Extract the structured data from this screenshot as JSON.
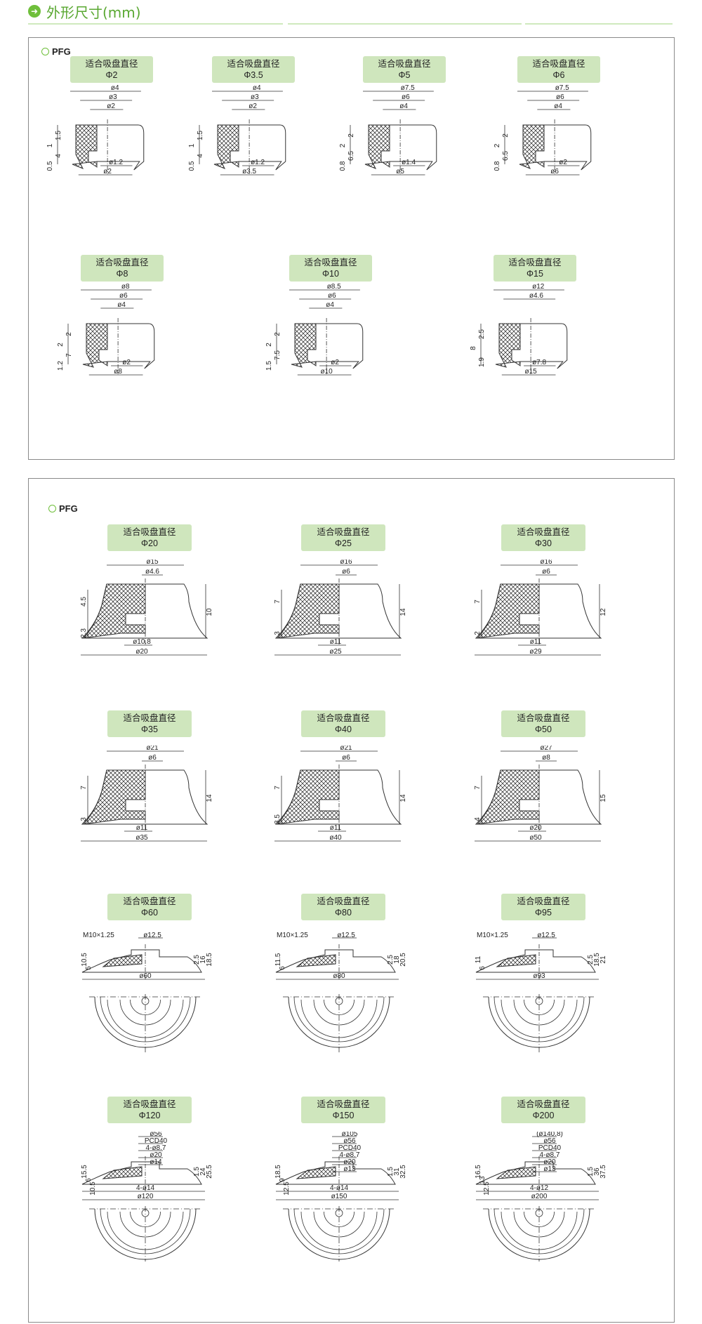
{
  "header": {
    "title": "外形尺寸(mm)",
    "icon": "arrow-right-circle-icon"
  },
  "panel1": {
    "title": "PFG",
    "items": [
      {
        "label": "适合吸盘直径",
        "size": "Φ2",
        "top": [
          "ø4",
          "ø3",
          "ø2"
        ],
        "bottom": [
          "ø1.2",
          "ø2"
        ],
        "side": [
          "1.5",
          "1",
          "4",
          "0.5"
        ]
      },
      {
        "label": "适合吸盘直径",
        "size": "Φ3.5",
        "top": [
          "ø4",
          "ø3",
          "ø2"
        ],
        "bottom": [
          "ø1.2",
          "ø3.5"
        ],
        "side": [
          "1.5",
          "1",
          "4",
          "0.5"
        ]
      },
      {
        "label": "适合吸盘直径",
        "size": "Φ5",
        "top": [
          "ø7.5",
          "ø6",
          "ø4"
        ],
        "bottom": [
          "ø1.4",
          "ø5"
        ],
        "side": [
          "2",
          "2",
          "6.5",
          "0.8"
        ]
      },
      {
        "label": "适合吸盘直径",
        "size": "Φ6",
        "top": [
          "ø7.5",
          "ø6",
          "ø4"
        ],
        "bottom": [
          "ø2",
          "ø6"
        ],
        "side": [
          "2",
          "2",
          "6.5",
          "0.8"
        ]
      },
      {
        "label": "适合吸盘直径",
        "size": "Φ8",
        "top": [
          "ø8",
          "ø6",
          "ø4"
        ],
        "bottom": [
          "ø2",
          "ø8"
        ],
        "side": [
          "2",
          "2",
          "7",
          "1.2"
        ]
      },
      {
        "label": "适合吸盘直径",
        "size": "Φ10",
        "top": [
          "ø8.5",
          "ø6",
          "ø4"
        ],
        "bottom": [
          "ø2",
          "ø10"
        ],
        "side": [
          "2",
          "2",
          "7.5",
          "1.5"
        ]
      },
      {
        "label": "适合吸盘直径",
        "size": "Φ15",
        "top": [
          "ø12",
          "ø4.6"
        ],
        "bottom": [
          "ø7.8",
          "ø15"
        ],
        "side": [
          "2.5",
          "8",
          "1.9"
        ]
      }
    ]
  },
  "panel2": {
    "title": "PFG",
    "items": [
      {
        "label": "适合吸盘直径",
        "size": "Φ20",
        "top": [
          "ø15",
          "ø4.6"
        ],
        "bottom": [
          "ø10.8",
          "ø20"
        ],
        "side": [
          "4.5",
          "2.3"
        ],
        "right": [
          "10"
        ]
      },
      {
        "label": "适合吸盘直径",
        "size": "Φ25",
        "top": [
          "ø16",
          "ø6"
        ],
        "bottom": [
          "ø11",
          "ø25"
        ],
        "side": [
          "7",
          "3"
        ],
        "right": [
          "14"
        ]
      },
      {
        "label": "适合吸盘直径",
        "size": "Φ30",
        "top": [
          "ø16",
          "ø6"
        ],
        "bottom": [
          "ø11",
          "ø29"
        ],
        "side": [
          "7",
          "2"
        ],
        "right": [
          "12"
        ]
      },
      {
        "label": "适合吸盘直径",
        "size": "Φ35",
        "top": [
          "ø21",
          "ø6"
        ],
        "bottom": [
          "ø11",
          "ø35"
        ],
        "side": [
          "7",
          "3"
        ],
        "right": [
          "14"
        ]
      },
      {
        "label": "适合吸盘直径",
        "size": "Φ40",
        "top": [
          "ø21",
          "ø6"
        ],
        "bottom": [
          "ø11",
          "ø40"
        ],
        "side": [
          "7",
          "3.5"
        ],
        "right": [
          "14"
        ]
      },
      {
        "label": "适合吸盘直径",
        "size": "Φ50",
        "top": [
          "ø27",
          "ø8"
        ],
        "bottom": [
          "ø20",
          "ø50"
        ],
        "side": [
          "7",
          "4"
        ],
        "right": [
          "15"
        ]
      },
      {
        "label": "适合吸盘直径",
        "size": "Φ60",
        "thread": "M10×1.25",
        "top": [
          "ø12.5"
        ],
        "bottom": [
          "ø60"
        ],
        "side": [
          "10.5",
          "5"
        ],
        "right": [
          "2.5",
          "16",
          "18.5"
        ]
      },
      {
        "label": "适合吸盘直径",
        "size": "Φ80",
        "thread": "M10×1.25",
        "top": [
          "ø12.5"
        ],
        "bottom": [
          "ø80"
        ],
        "side": [
          "11.5",
          "6"
        ],
        "right": [
          "2.5",
          "18",
          "20.5"
        ]
      },
      {
        "label": "适合吸盘直径",
        "size": "Φ95",
        "thread": "M10×1.25",
        "top": [
          "ø12.5"
        ],
        "bottom": [
          "ø93"
        ],
        "side": [
          "11",
          "6"
        ],
        "right": [
          "2.5",
          "18.5",
          "21"
        ]
      },
      {
        "label": "适合吸盘直径",
        "size": "Φ120",
        "top": [
          "ø56",
          "PCD40",
          "4-ø8.7",
          "ø20",
          "ø14"
        ],
        "bottom": [
          "4-ø14",
          "ø120"
        ],
        "side": [
          "15.5",
          "6",
          "10.5"
        ],
        "right": [
          "1.5",
          "24",
          "25.5"
        ]
      },
      {
        "label": "适合吸盘直径",
        "size": "Φ150",
        "top": [
          "ø105",
          "ø56",
          "PCD40",
          "4-ø8.7",
          "ø20",
          "ø13"
        ],
        "bottom": [
          "4-ø14",
          "ø150"
        ],
        "side": [
          "18.5",
          "9",
          "12.5"
        ],
        "right": [
          "1.5",
          "31",
          "32.5"
        ]
      },
      {
        "label": "适合吸盘直径",
        "size": "Φ200",
        "top": [
          "(ø140.8)",
          "ø56",
          "PCD40",
          "4-ø8.7",
          "ø20",
          "ø13"
        ],
        "bottom": [
          "4-ø12",
          "ø200"
        ],
        "side": [
          "16.5",
          "13",
          "12.5"
        ],
        "right": [
          "1.5",
          "36",
          "37.5"
        ]
      }
    ]
  }
}
